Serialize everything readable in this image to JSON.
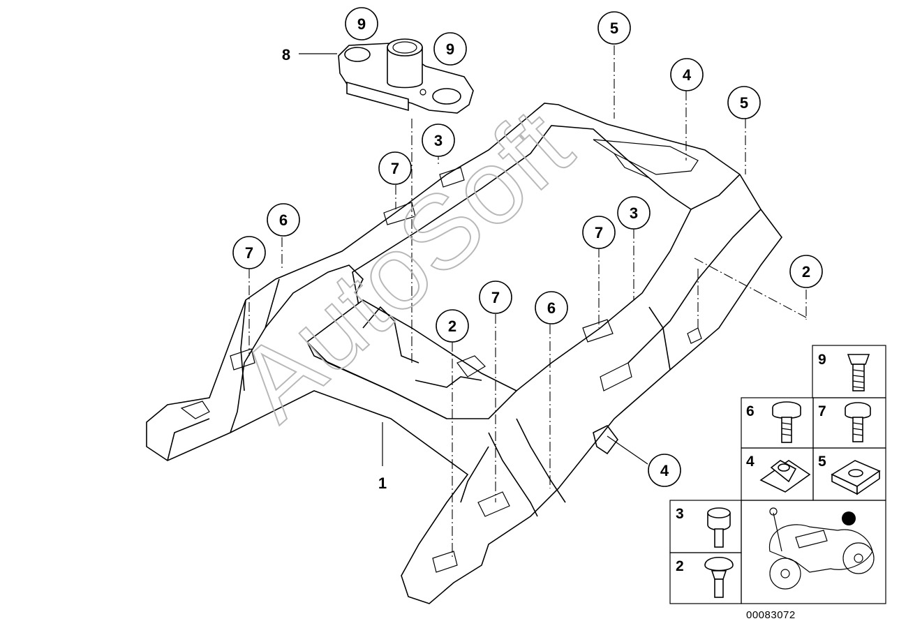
{
  "watermark": "AutoSoft",
  "document_number": "00083072",
  "callouts": {
    "c9a": "9",
    "c9b": "9",
    "c5a": "5",
    "c4a": "4",
    "c5b": "5",
    "c3a": "3",
    "c7a": "7",
    "c6a": "6",
    "c7b": "7",
    "c7c": "7",
    "c3b": "3",
    "c2a": "2",
    "c7d": "7",
    "c6b": "6",
    "c2b": "2",
    "c4b": "4"
  },
  "labels": {
    "part1": "1",
    "part8": "8"
  },
  "legend": {
    "box9": "9",
    "box6": "6",
    "box7": "7",
    "box4": "4",
    "box5": "5",
    "box3": "3",
    "box2": "2"
  }
}
